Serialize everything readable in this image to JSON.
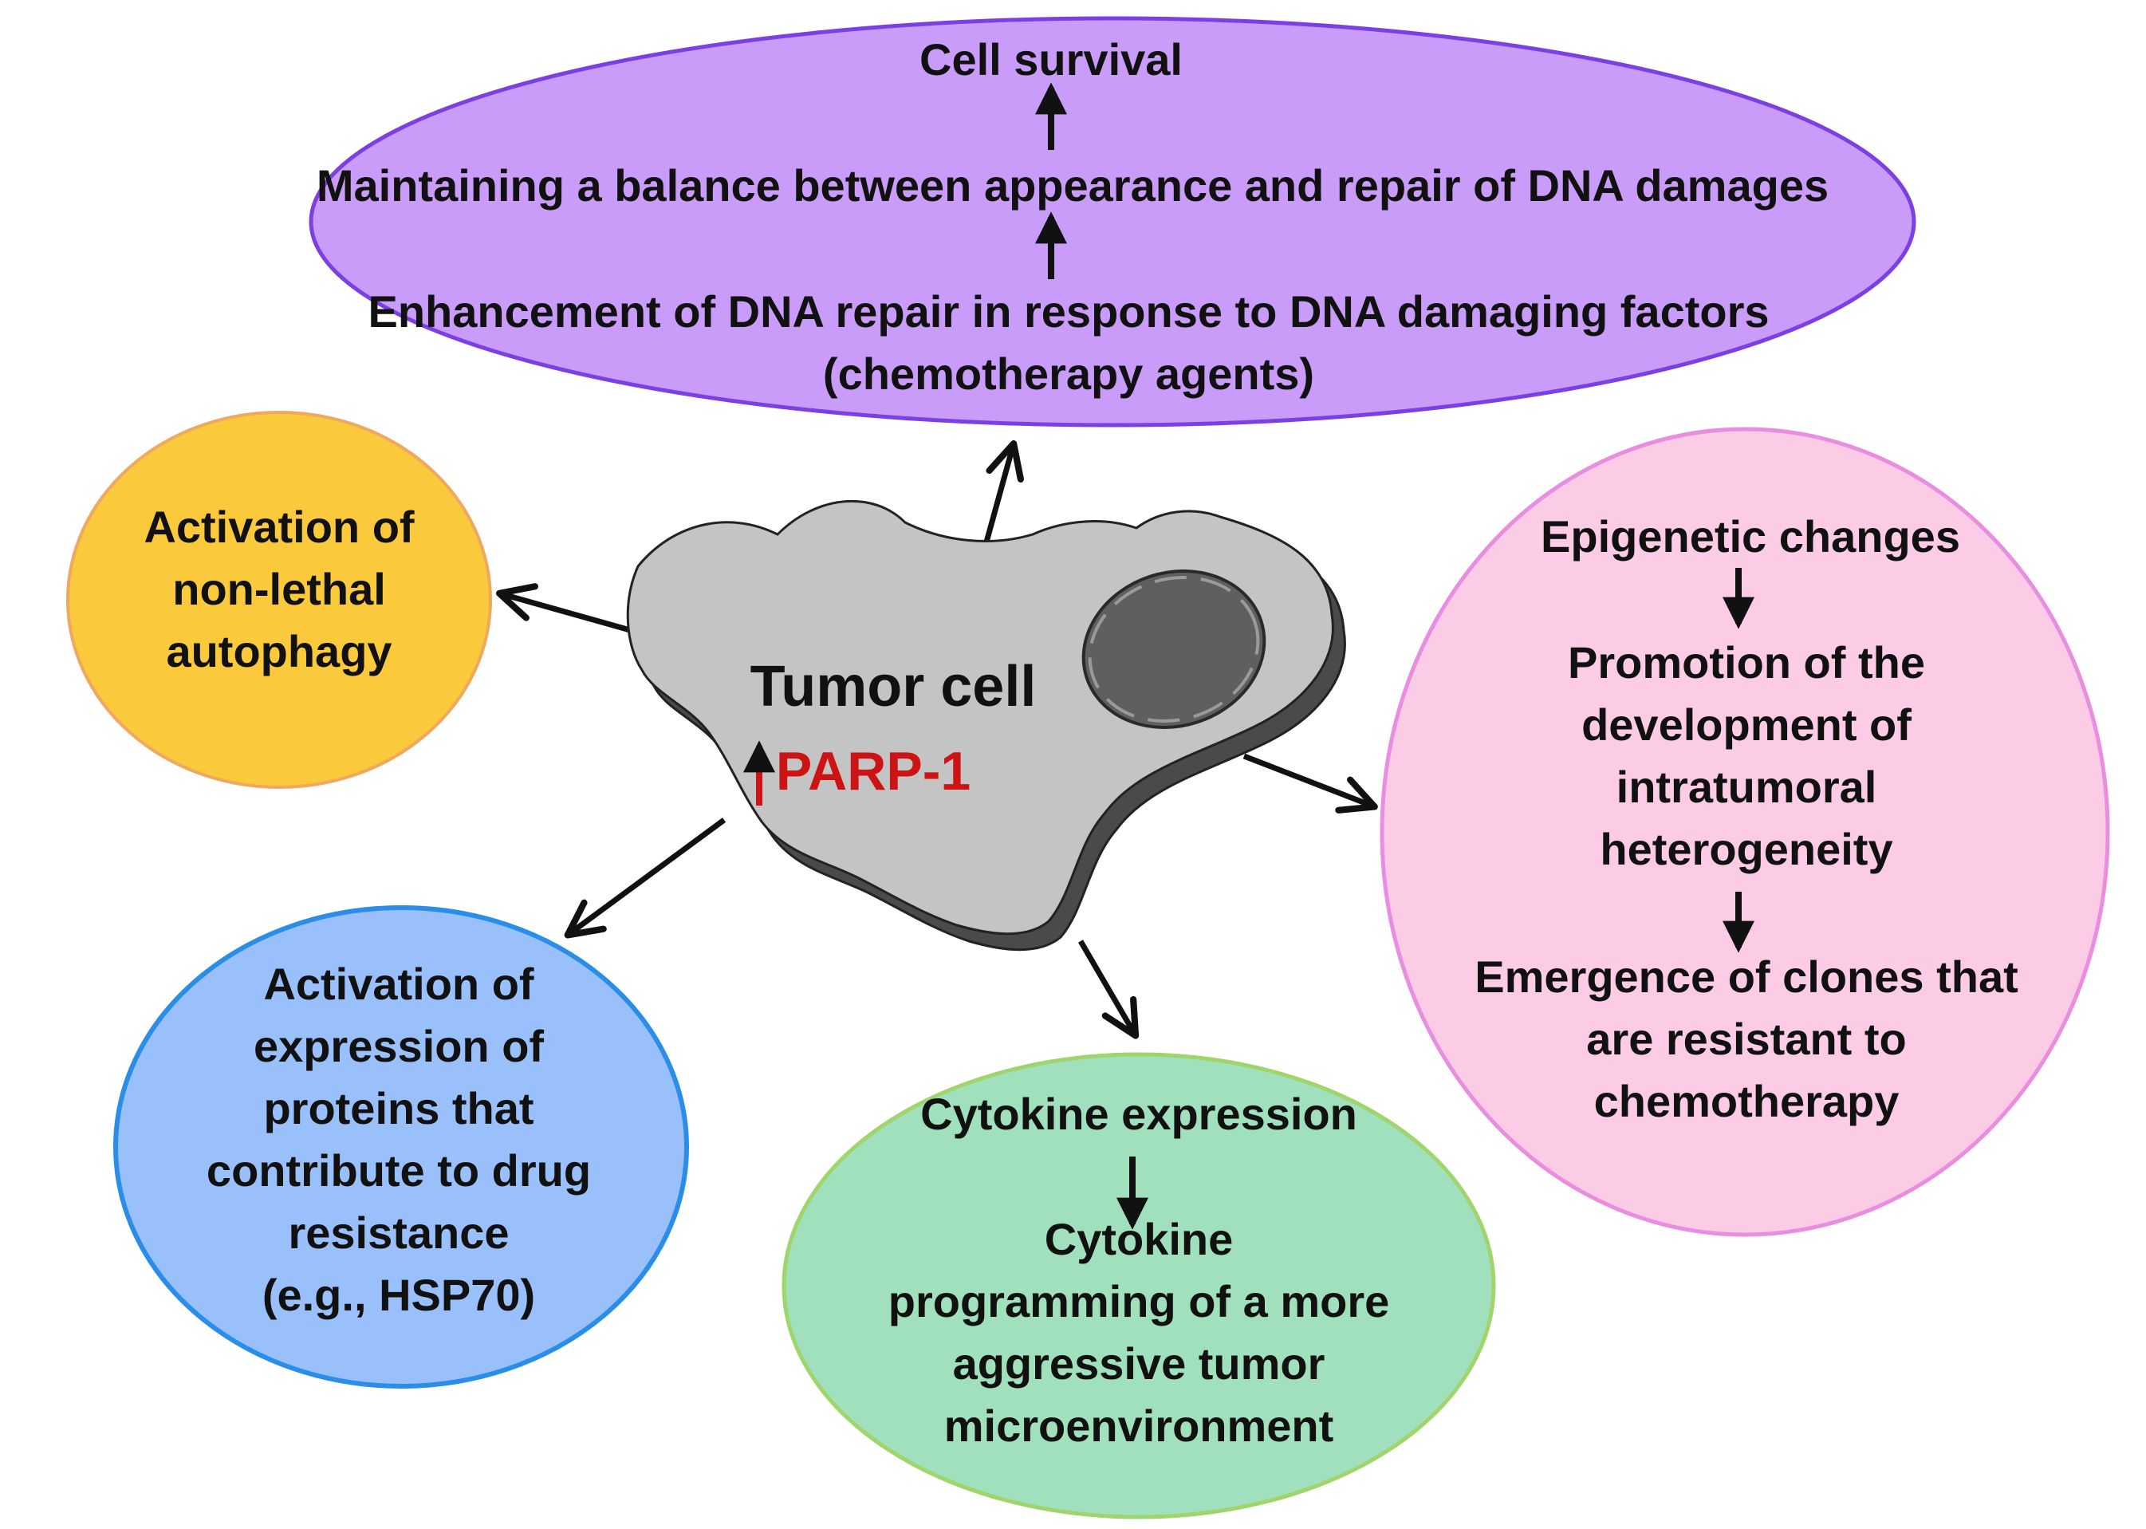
{
  "center": {
    "title": "Tumor cell",
    "marker": "PARP-1"
  },
  "top_oval": {
    "line1": "Cell survival",
    "line2": "Maintaining  a balance between appearance and repair  of DNA damages",
    "line3": "Enhancement  of DNA repair in response to DNA damaging factors",
    "line4": "(chemotherapy agents)"
  },
  "autophagy": {
    "lines": [
      "Activation of",
      "non-lethal",
      "autophagy"
    ]
  },
  "drug_resistance": {
    "lines": [
      "Activation of",
      "expression of",
      "proteins that",
      "contribute to drug",
      "resistance",
      "(e.g., HSP70)"
    ]
  },
  "cytokine": {
    "line1": "Cytokine expression",
    "lines": [
      "Cytokine",
      "programming of a more",
      "aggressive tumor",
      "microenvironment"
    ]
  },
  "epigenetic": {
    "line1": "Epigenetic changes",
    "block2": [
      "Promotion of the",
      "development of",
      "intratumoral",
      "heterogeneity"
    ],
    "block3": [
      "Emergence of clones that",
      "are resistant to",
      "chemotherapy"
    ]
  },
  "colors": {
    "top_fill": "#c89cf8",
    "top_stroke": "#7b3fe4",
    "autophagy_fill": "#fbc93c",
    "autophagy_stroke": "#f0a860",
    "resistance_fill": "#99c0fb",
    "resistance_stroke": "#2a8ee8",
    "cytokine_fill": "#a0e0bc",
    "cytokine_stroke": "#9fd56a",
    "epigenetic_fill": "#fccbe6",
    "epigenetic_stroke": "#e88de0",
    "cell_fill": "#c4c4c4",
    "cell_shadow": "#4a4a4a",
    "nucleus_fill": "#5f5f5f",
    "accent_red": "#cc1414"
  }
}
